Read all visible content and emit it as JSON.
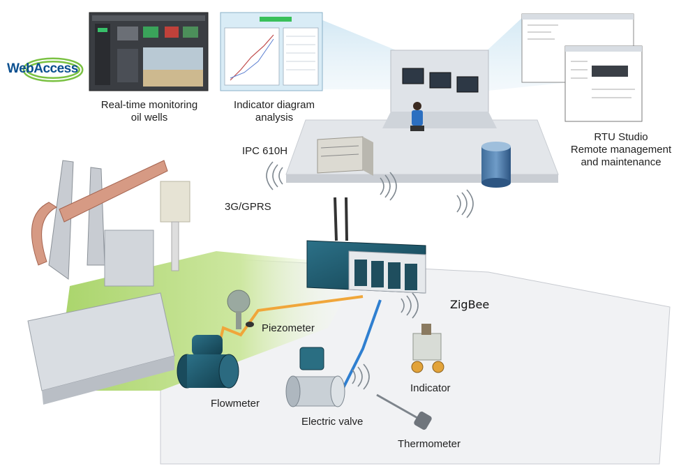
{
  "brand": {
    "name": "WebAccess",
    "accent": "#7ac142",
    "primary": "#0a4f8f"
  },
  "labels": {
    "monitoring_line1": "Real-time monitoring",
    "monitoring_line2": "oil wells",
    "indicator_line1": "Indicator diagram",
    "indicator_line2": "analysis",
    "ipc": "IPC 610H",
    "network": "3G/GPRS",
    "rtu_line1": "RTU Studio",
    "rtu_line2": "Remote management",
    "rtu_line3": "and maintenance",
    "zigbee": "ZigBee",
    "piezometer": "Piezometer",
    "flowmeter": "Flowmeter",
    "electric_valve": "Electric valve",
    "indicator": "Indicator",
    "thermometer": "Thermometer"
  },
  "colors": {
    "wire_orange": "#f0a63a",
    "wire_blue": "#2f7fd0",
    "ground_green": "#b8dc7c",
    "platform": "#e9ebee",
    "device_teal": "#1d5a6e"
  },
  "icons": [
    "wireless-signal-icon",
    "antenna-icon",
    "operator-icon",
    "server-icon"
  ]
}
